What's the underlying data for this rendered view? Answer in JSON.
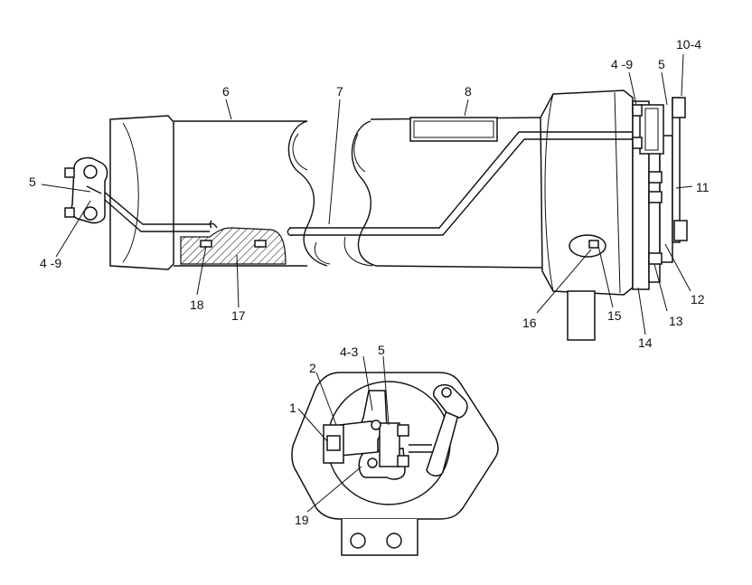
{
  "diagram": {
    "callouts_main": {
      "c6": "6",
      "c7": "7",
      "c8": "8",
      "c5_left": "5",
      "c4_9_left": "4 -9",
      "c18": "18",
      "c17": "17",
      "c4_9_right": "4 -9",
      "c5_right": "5",
      "c10_4": "10-4",
      "c11": "11",
      "c12": "12",
      "c13": "13",
      "c14": "14",
      "c15": "15",
      "c16": "16"
    },
    "callouts_detail": {
      "c1": "1",
      "c2": "2",
      "c4_3": "4-3",
      "c5": "5",
      "c19": "19"
    }
  }
}
